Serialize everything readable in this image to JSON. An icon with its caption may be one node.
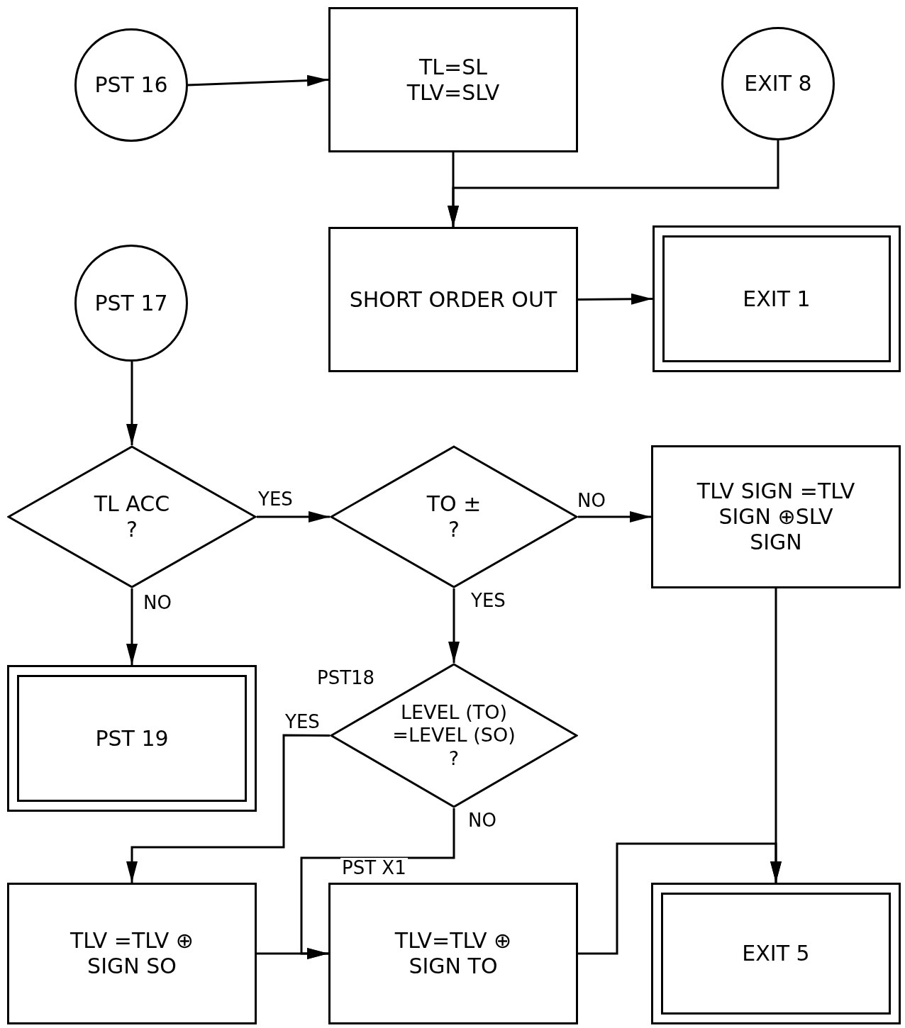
{
  "diagram": {
    "nodes": [
      {
        "text": [
          "PST 16"
        ]
      },
      {
        "text": [
          "TL=SL",
          "TLV=SLV"
        ]
      },
      {
        "text": [
          "EXIT 8"
        ]
      },
      {
        "text": [
          "SHORT ORDER OUT"
        ]
      },
      {
        "text": [
          "EXIT 1"
        ]
      },
      {
        "text": [
          "PST 17"
        ]
      },
      {
        "text": [
          "TL ACC",
          "?"
        ]
      },
      {
        "text": [
          "TO ±",
          "?"
        ]
      },
      {
        "text": [
          "TLV SIGN =TLV SIGN ⊕SLV SIGN"
        ]
      },
      {
        "text": [
          "PST 19"
        ]
      },
      {
        "text": [
          "LEVEL (TO) =LEVEL (SO)",
          "?"
        ],
        "beside": [
          "PST18"
        ]
      },
      {
        "text": [
          "TLV =TLV ⊕ SIGN SO"
        ]
      },
      {
        "text": [
          "TLV=TLV ⊕ SIGN TO"
        ],
        "beside": [
          "PST X1"
        ]
      },
      {
        "text": [
          "EXIT 5"
        ]
      }
    ],
    "edges": [
      {
        "from": 0,
        "to": 1,
        "arrow": "to"
      },
      {
        "from": 1,
        "to": 3,
        "arrow": "to"
      },
      {
        "from": 2,
        "to": 3,
        "arrow": "to"
      },
      {
        "from": 3,
        "to": 4,
        "arrow": "to"
      },
      {
        "from": 5,
        "to": 6,
        "arrow": "to"
      },
      {
        "from": 6,
        "to": 7,
        "label": "YES",
        "arrow": "to"
      },
      {
        "from": 6,
        "to": 9,
        "label": "NO",
        "arrow": "to"
      },
      {
        "from": 7,
        "to": 8,
        "label": "NO",
        "arrow": "to"
      },
      {
        "from": 7,
        "to": 10,
        "label": "YES",
        "arrow": "to"
      },
      {
        "from": 10,
        "to": 11,
        "label": "YES",
        "arrow": "to"
      },
      {
        "from": 10,
        "to": 12,
        "label": "NO",
        "arrow": "to"
      },
      {
        "from": 11,
        "to": 12,
        "arrow": "to"
      },
      {
        "from": 12,
        "to": 13,
        "arrow": "to"
      },
      {
        "from": 8,
        "to": 13,
        "arrow": "to"
      }
    ]
  }
}
